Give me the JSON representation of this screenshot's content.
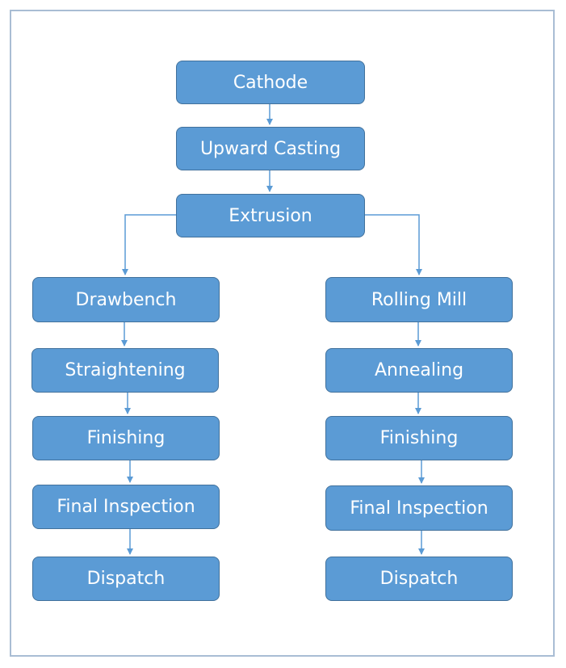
{
  "diagram": {
    "colors": {
      "box_fill": "#5b9bd5",
      "box_border": "#41719c",
      "connector": "#5b9bd5",
      "frame": "#a9bdd4"
    },
    "nodes": {
      "cathode": "Cathode",
      "upward_casting": "Upward Casting",
      "extrusion": "Extrusion",
      "left": {
        "drawbench": "Drawbench",
        "straightening": "Straightening",
        "finishing": "Finishing",
        "final_inspection": "Final Inspection",
        "dispatch": "Dispatch"
      },
      "right": {
        "rolling_mill": "Rolling Mill",
        "annealing": "Annealing",
        "finishing": "Finishing",
        "final_inspection": "Final Inspection",
        "dispatch": "Dispatch"
      }
    }
  }
}
